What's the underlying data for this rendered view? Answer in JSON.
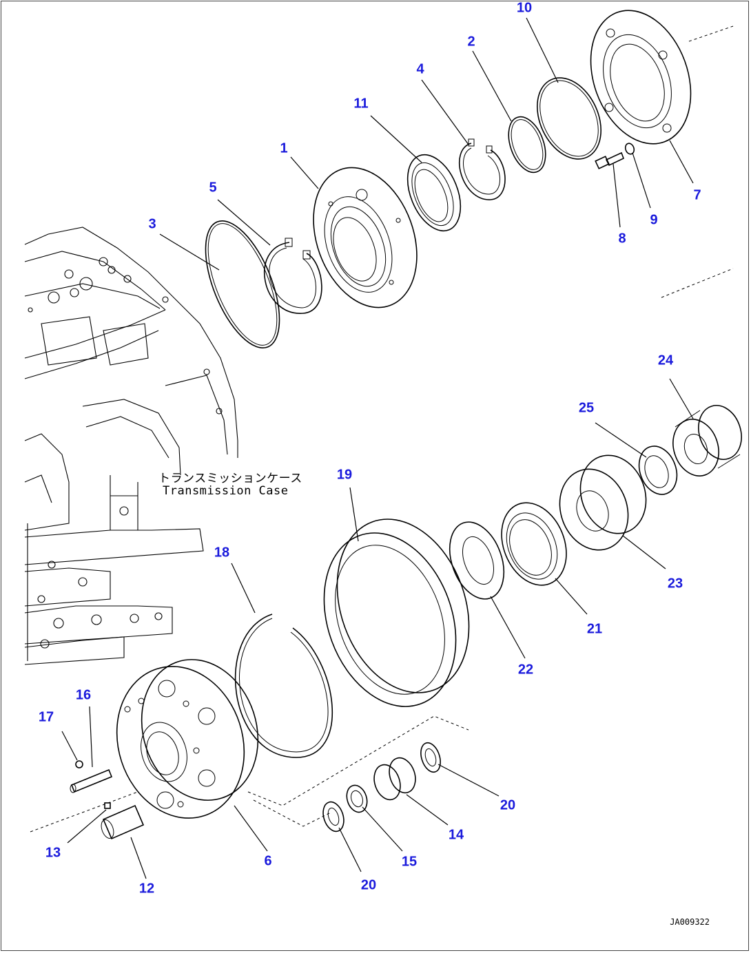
{
  "case_label": {
    "jp": "トランスミッションケース",
    "en": "Transmission Case"
  },
  "drawing_code": "JA009322",
  "callouts": [
    {
      "id": "1",
      "text": "1"
    },
    {
      "id": "2",
      "text": "2"
    },
    {
      "id": "3",
      "text": "3"
    },
    {
      "id": "4",
      "text": "4"
    },
    {
      "id": "5",
      "text": "5"
    },
    {
      "id": "6",
      "text": "6"
    },
    {
      "id": "7",
      "text": "7"
    },
    {
      "id": "8",
      "text": "8"
    },
    {
      "id": "9",
      "text": "9"
    },
    {
      "id": "10",
      "text": "10"
    },
    {
      "id": "11",
      "text": "11"
    },
    {
      "id": "12",
      "text": "12"
    },
    {
      "id": "13",
      "text": "13"
    },
    {
      "id": "14",
      "text": "14"
    },
    {
      "id": "15",
      "text": "15"
    },
    {
      "id": "16",
      "text": "16"
    },
    {
      "id": "17",
      "text": "17"
    },
    {
      "id": "18",
      "text": "18"
    },
    {
      "id": "19",
      "text": "19"
    },
    {
      "id": "20a",
      "text": "20"
    },
    {
      "id": "20b",
      "text": "20"
    },
    {
      "id": "21",
      "text": "21"
    },
    {
      "id": "22",
      "text": "22"
    },
    {
      "id": "23",
      "text": "23"
    },
    {
      "id": "24",
      "text": "24"
    },
    {
      "id": "25",
      "text": "25"
    }
  ],
  "colors": {
    "callout": "#1a1adc",
    "line": "#000000"
  }
}
